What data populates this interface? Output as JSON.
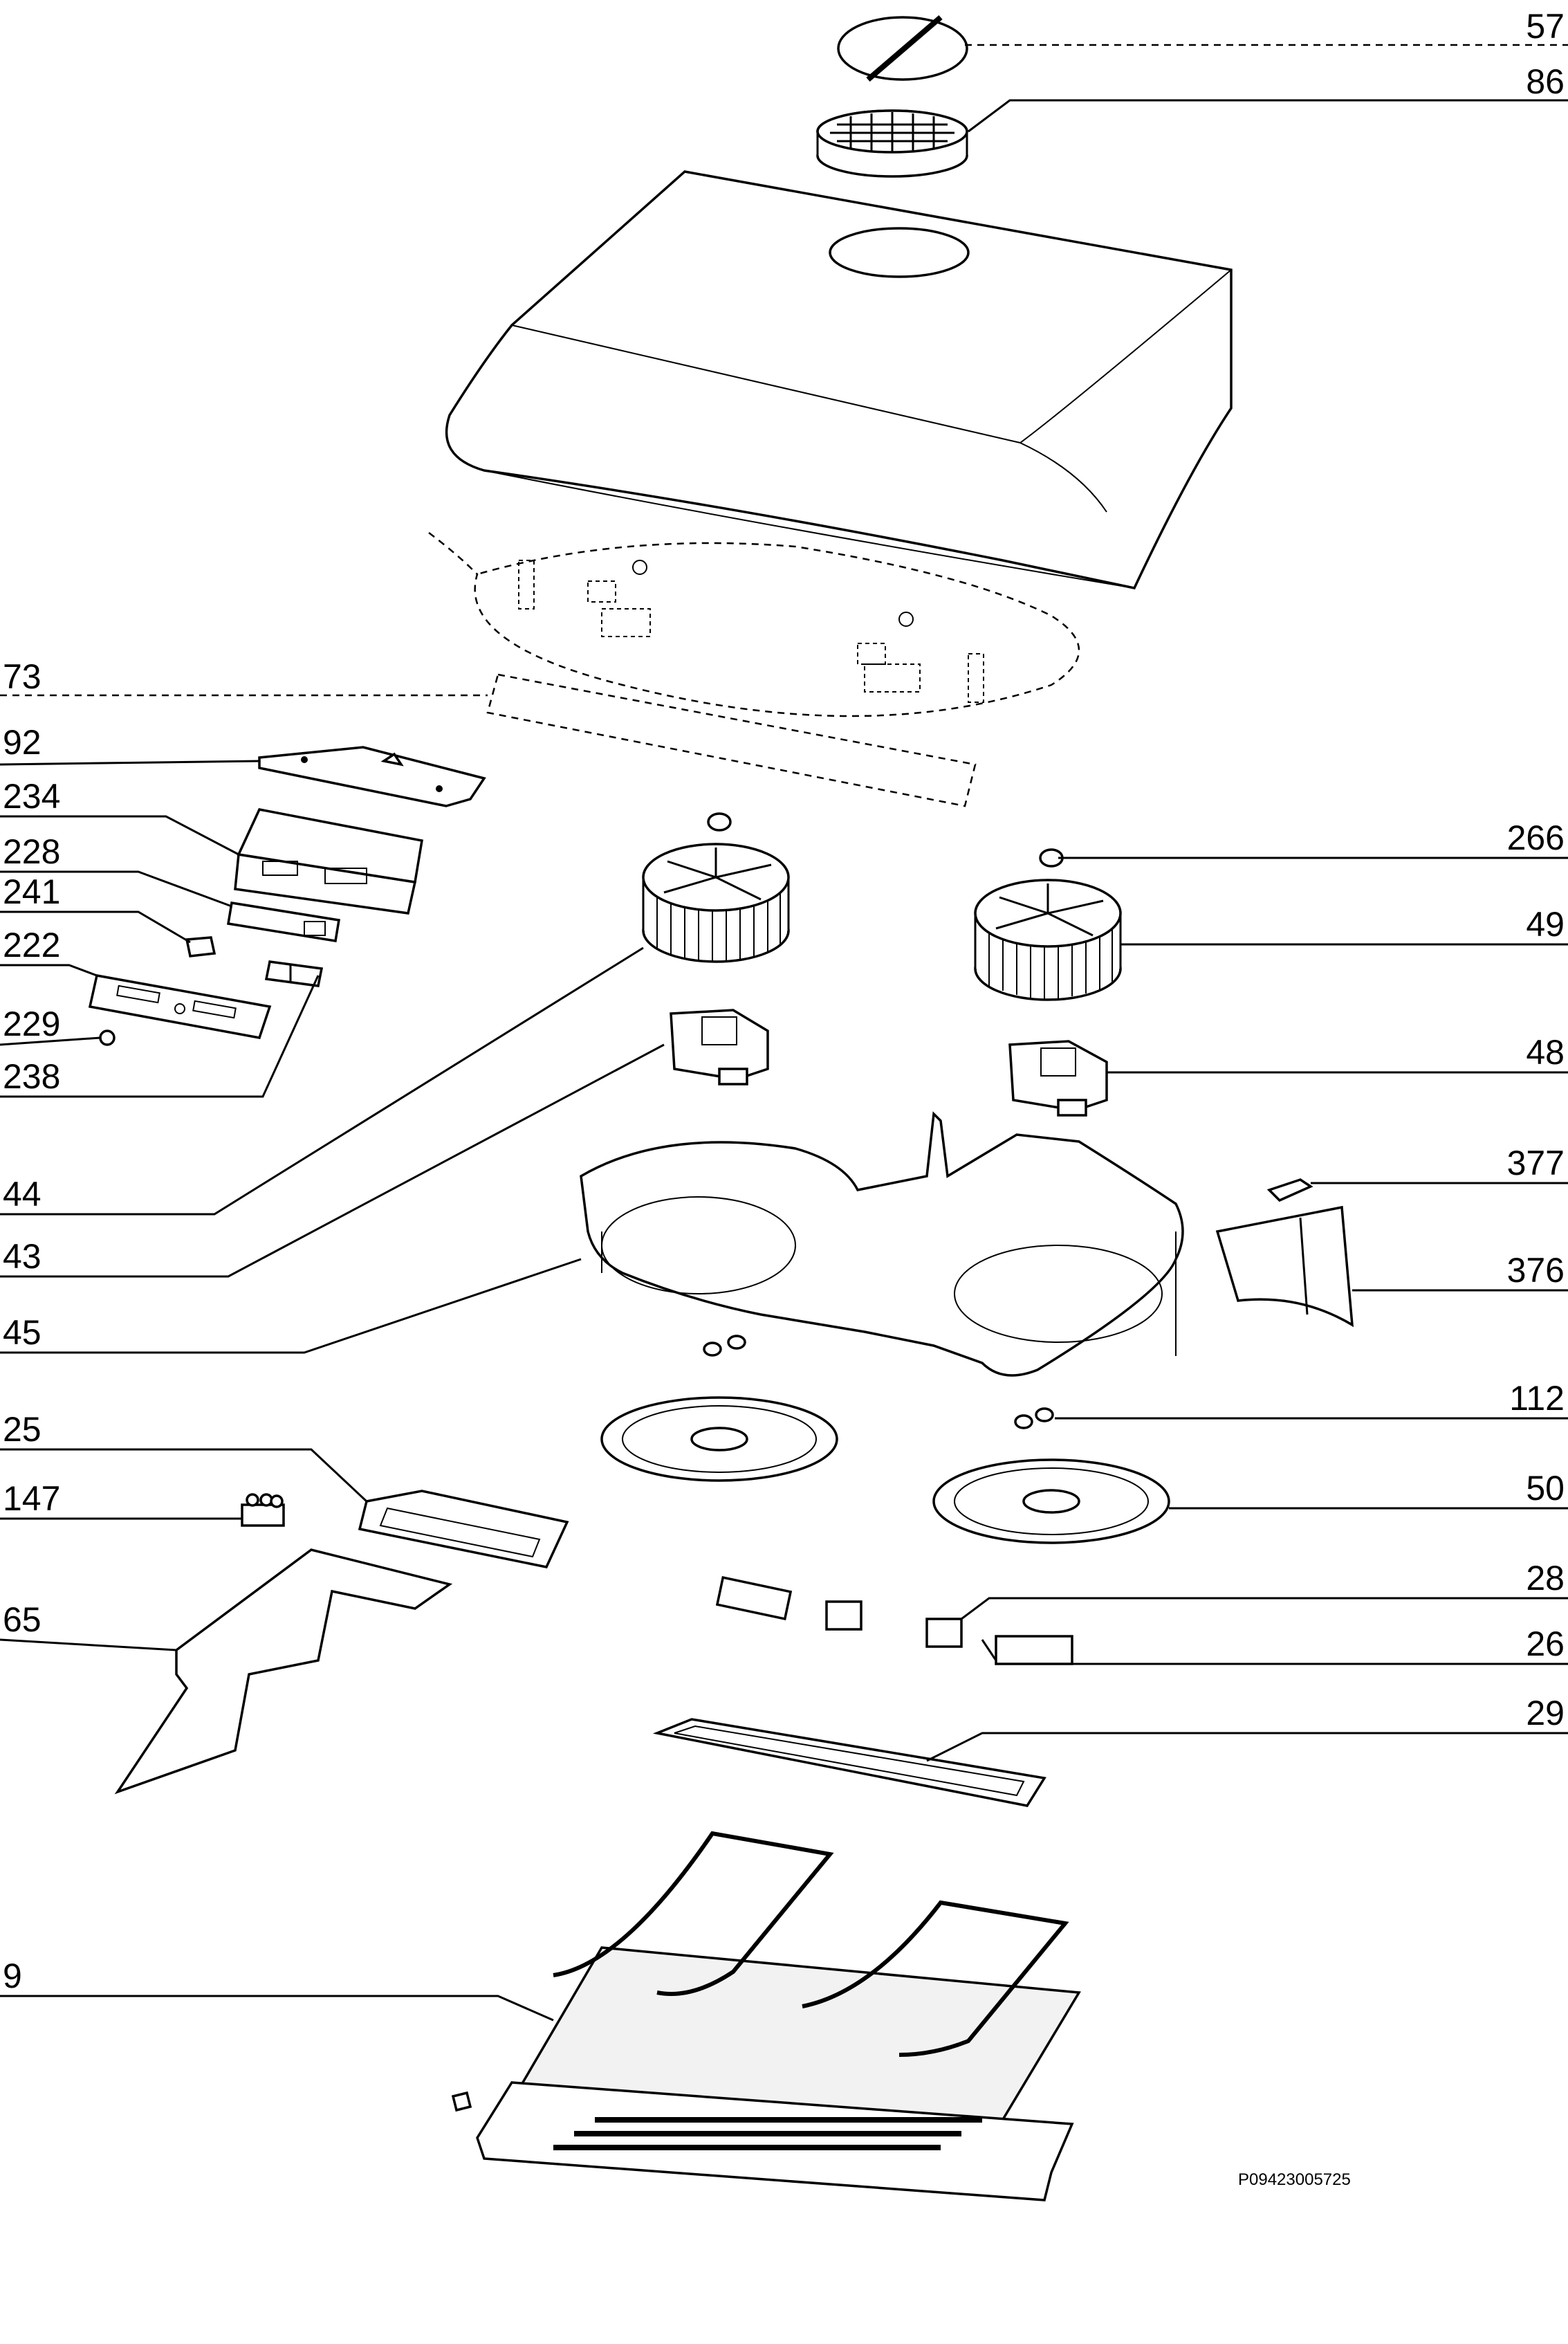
{
  "diagram": {
    "drawing_code": "P09423005725",
    "callouts": {
      "c57": "57",
      "c86": "86",
      "c73": "73",
      "c92": "92",
      "c234": "234",
      "c228": "228",
      "c241": "241",
      "c222": "222",
      "c229": "229",
      "c238": "238",
      "c266": "266",
      "c49": "49",
      "c48": "48",
      "c44": "44",
      "c43": "43",
      "c377": "377",
      "c376": "376",
      "c45": "45",
      "c25": "25",
      "c147": "147",
      "c112": "112",
      "c50": "50",
      "c65": "65",
      "c28": "28",
      "c26": "26",
      "c29": "29",
      "c9": "9"
    }
  }
}
